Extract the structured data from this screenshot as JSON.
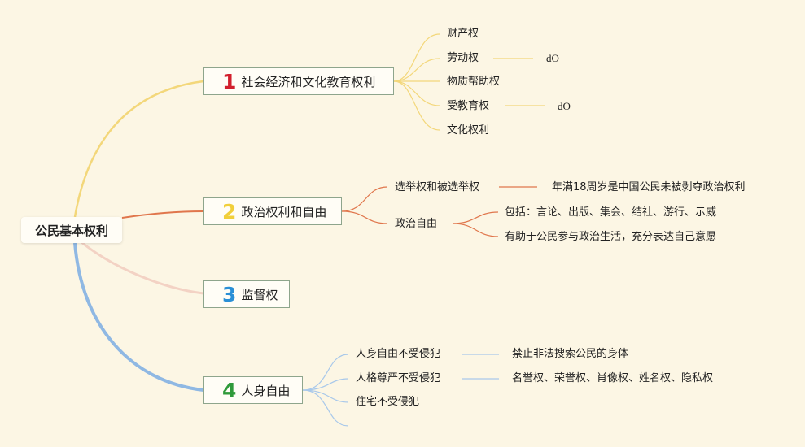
{
  "root": {
    "label": "公民基本权利"
  },
  "branches": [
    {
      "number": "1",
      "label": "社会经济和文化教育权利",
      "color": "#d21f2c",
      "children": [
        {
          "label": "财产权"
        },
        {
          "label": "劳动权",
          "note": "dO"
        },
        {
          "label": "物质帮助权"
        },
        {
          "label": "受教育权",
          "note": "dO"
        },
        {
          "label": "文化权利"
        }
      ]
    },
    {
      "number": "2",
      "label": "政治权利和自由",
      "color": "#f1cf3a",
      "children": [
        {
          "label": "选举权和被选举权",
          "note": "年满18周岁是中国公民未被剥夺政治权利"
        },
        {
          "label": "政治自由",
          "subitems": [
            "包括：言论、出版、集会、结社、游行、示威",
            "有助于公民参与政治生活，充分表达自己意愿"
          ]
        }
      ]
    },
    {
      "number": "3",
      "label": "监督权",
      "color": "#2a8fd6"
    },
    {
      "number": "4",
      "label": "人身自由",
      "color": "#2f9a3a",
      "children": [
        {
          "label": "人身自由不受侵犯",
          "note": "禁止非法搜索公民的身体"
        },
        {
          "label": "人格尊严不受侵犯",
          "note": "名誉权、荣誉权、肖像权、姓名权、隐私权"
        },
        {
          "label": "住宅不受侵犯"
        }
      ]
    }
  ],
  "link_colors": {
    "branch1": "#f3d77a",
    "branch2": "#e0764c",
    "branch3": "#f3d2c4",
    "branch4": "#8fb8e3"
  }
}
